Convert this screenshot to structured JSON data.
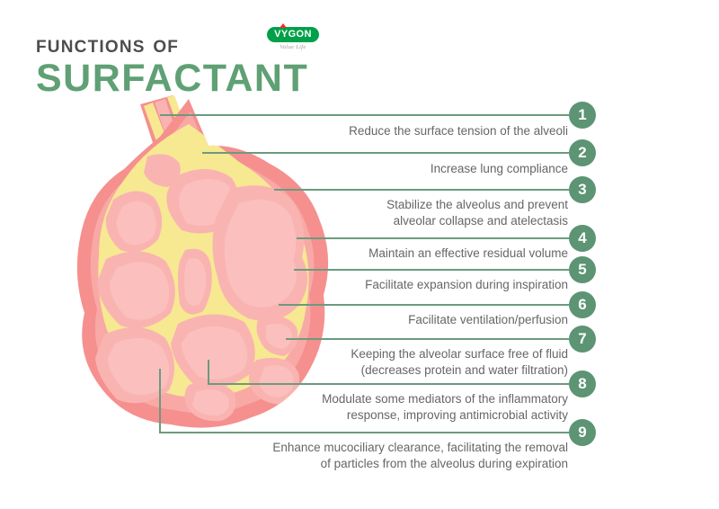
{
  "header": {
    "title_line1": "Functions of",
    "title_line2": "Surfactant",
    "logo_name": "VYGON",
    "logo_tagline": "Value Life"
  },
  "colors": {
    "accent_green": "#5c9474",
    "title_green": "#5fa074",
    "title_gray": "#4d4d4d",
    "logo_green": "#00a04a",
    "logo_red": "#e63329",
    "tissue_pink": "#f5908f",
    "tissue_pink_light": "#f8a9a6",
    "alveolus_pink": "#f9b4b2",
    "surfactant_yellow": "#f7e892",
    "text_gray": "#666666",
    "background": "#ffffff"
  },
  "illustration": {
    "name": "alveolar-sac-cross-section",
    "parts": [
      "bronchiole",
      "alveolar-sac",
      "surfactant-lining",
      "alveoli"
    ]
  },
  "callouts": [
    {
      "number": "1",
      "text": "Reduce the surface tension of the alveoli"
    },
    {
      "number": "2",
      "text": "Increase lung compliance"
    },
    {
      "number": "3",
      "text": "Stabilize the alveolus and prevent\nalveolar collapse and atelectasis"
    },
    {
      "number": "4",
      "text": "Maintain an effective residual volume"
    },
    {
      "number": "5",
      "text": "Facilitate expansion during inspiration"
    },
    {
      "number": "6",
      "text": "Facilitate ventilation/perfusion"
    },
    {
      "number": "7",
      "text": "Keeping the alveolar surface free of fluid\n(decreases protein and water filtration)"
    },
    {
      "number": "8",
      "text": "Modulate some mediators of the inflammatory\nresponse, improving antimicrobial activity"
    },
    {
      "number": "9",
      "text": "Enhance mucociliary clearance, facilitating the removal\nof particles from the alveolus during expiration"
    }
  ]
}
